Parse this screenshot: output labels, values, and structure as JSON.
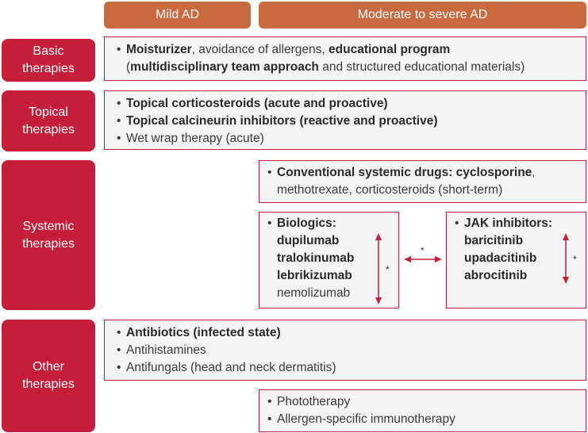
{
  "headers": {
    "mild": "Mild AD",
    "moderate": "Moderate to severe AD"
  },
  "categories": {
    "basic": "Basic\ntherapies",
    "topical": "Topical\ntherapies",
    "systemic": "Systemic\ntherapies",
    "other": "Other\ntherapies"
  },
  "basic": {
    "moisturizer": "Moisturizer",
    "text1": ", avoidance of allergens, ",
    "educational": "educational program",
    "open_paren": "(",
    "mdt": "multidisciplinary team approach",
    "text2": " and structured educational materials)"
  },
  "topical": {
    "item1": "Topical corticosteroids (acute and proactive)",
    "item2": "Topical calcineurin inhibitors (reactive and proactive)",
    "item3": "Wet wrap therapy (acute)"
  },
  "systemic": {
    "conventional_bold": "Conventional systemic drugs: cyclosporine",
    "conventional_rest1": ",",
    "conventional_line2": "methotrexate, corticosteroids (short-term)",
    "biologics_title": "Biologics:",
    "biologics": [
      "dupilumab",
      "tralokinumab",
      "lebrikizumab",
      "nemolizumab"
    ],
    "jak_title": "JAK inhibitors:",
    "jak": [
      "baricitinib",
      "upadacitinib",
      "abrocitinib"
    ],
    "star": "*"
  },
  "other": {
    "item1": "Antibiotics (infected state)",
    "item2": "Antihistamines",
    "item3": "Antifungals (head and neck dermatitis)",
    "item4": "Phototherapy",
    "item5": "Allergen-specific immunotherapy"
  },
  "colors": {
    "accent_red": "#c41e3a",
    "header_orange": "#c8693e",
    "box_fill": "#f5f4f4"
  },
  "bullet": "•"
}
